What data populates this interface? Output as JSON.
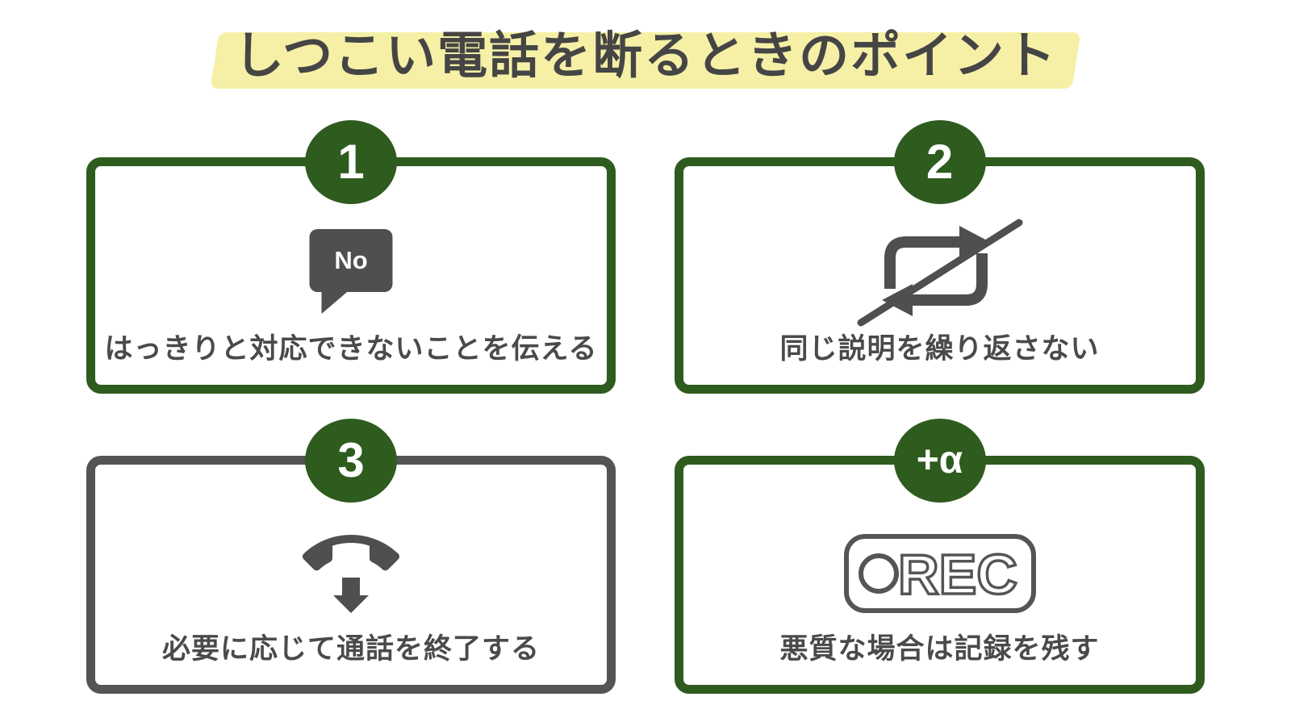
{
  "title": {
    "text": "しつこい電話を断るときのポイント",
    "highlight_color": "#f5f0a6",
    "text_color": "#454545"
  },
  "colors": {
    "green": "#2e5b1e",
    "gray_border": "#545454",
    "icon_gray": "#4f4f4f",
    "caption_gray": "#4a4a4a",
    "background": "#ffffff"
  },
  "cards": [
    {
      "number": "1",
      "border": "green",
      "icon": "no-speech-bubble",
      "bubble_label": "No",
      "caption": "はっきりと対応できないことを伝える"
    },
    {
      "number": "2",
      "border": "green",
      "icon": "no-repeat-arrows",
      "caption": "同じ説明を繰り返さない"
    },
    {
      "number": "3",
      "border": "gray",
      "icon": "hang-up-phone-down-arrow",
      "caption": "必要に応じて通話を終了する"
    },
    {
      "number": "+α",
      "border": "green",
      "icon": "rec-recording-sign",
      "rec_label": "REC",
      "caption": "悪質な場合は記録を残す"
    }
  ]
}
